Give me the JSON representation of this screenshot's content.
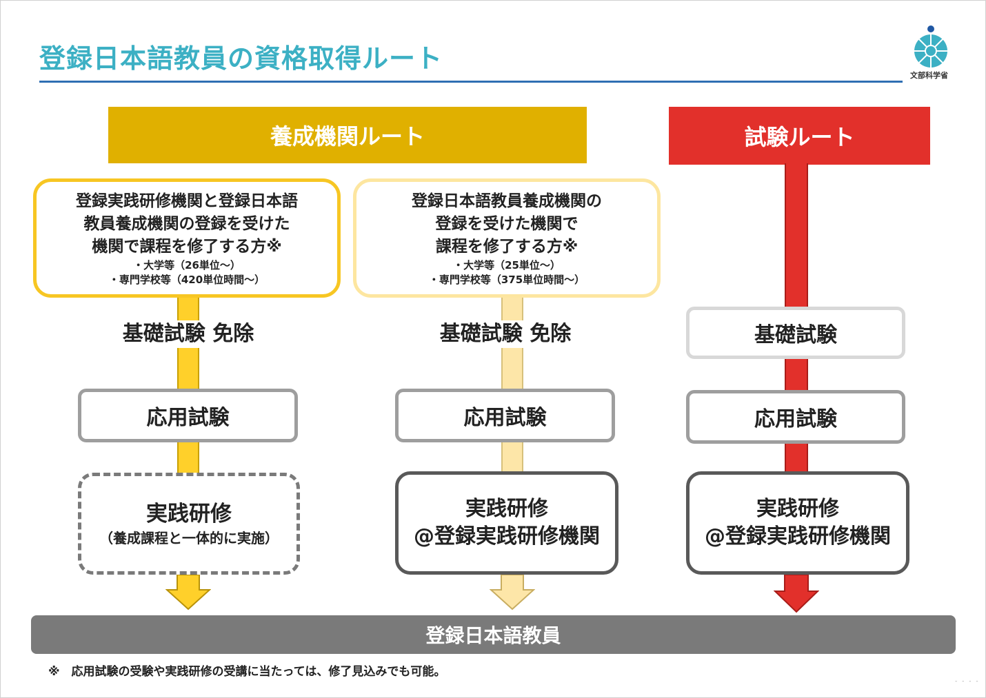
{
  "title": "登録日本語教員の資格取得ルート",
  "logo": {
    "name": "文部科学省",
    "colors": {
      "dark": "#1f57a3",
      "light": "#3cb0c4"
    }
  },
  "colors": {
    "title": "#3cb0c4",
    "yellow_route": "#e0b000",
    "red_route": "#e2302b",
    "bottom_bar": "#7a7a7a"
  },
  "routes": {
    "training": {
      "label": "養成機関ルート"
    },
    "exam": {
      "label": "試験ルート"
    }
  },
  "columns": [
    {
      "qualification": {
        "main": [
          "登録実践研修機関と登録日本語",
          "教員養成機関の登録を受けた",
          "機関で課程を修了する方※"
        ],
        "sub": [
          "・大学等（26単位～）",
          "・専門学校等（420単位時間～）"
        ]
      },
      "basic_exam": "基礎試験 免除",
      "applied_exam": "応用試験",
      "practical": {
        "title": "実践研修",
        "detail": "（養成課程と一体的に実施）"
      }
    },
    {
      "qualification": {
        "main": [
          "登録日本語教員養成機関の",
          "登録を受けた機関で",
          "課程を修了する方※"
        ],
        "sub": [
          "・大学等（25単位～）",
          "・専門学校等（375単位時間～）"
        ]
      },
      "basic_exam": "基礎試験 免除",
      "applied_exam": "応用試験",
      "practical": {
        "title": "実践研修",
        "detail": "@登録実践研修機関"
      }
    },
    {
      "basic_exam": "基礎試験",
      "applied_exam": "応用試験",
      "practical": {
        "title": "実践研修",
        "detail": "@登録実践研修機関"
      }
    }
  ],
  "result": "登録日本語教員",
  "footnote": "※　応用試験の受験や実践研修の受講に当たっては、修了見込みでも可能。",
  "pager": "- - - -"
}
